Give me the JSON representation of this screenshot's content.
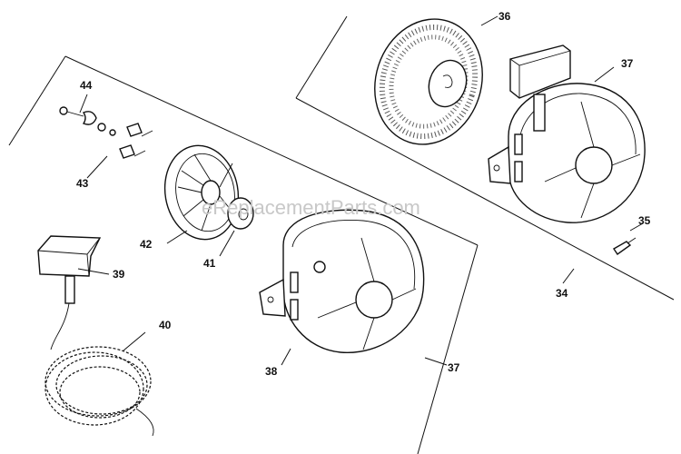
{
  "watermark": "eReplacementParts.com",
  "callouts": {
    "c34": "34",
    "c35": "35",
    "c36": "36",
    "c37a": "37",
    "c37b": "37",
    "c38": "38",
    "c39": "39",
    "c40": "40",
    "c41": "41",
    "c42": "42",
    "c43": "43",
    "c44": "44"
  }
}
